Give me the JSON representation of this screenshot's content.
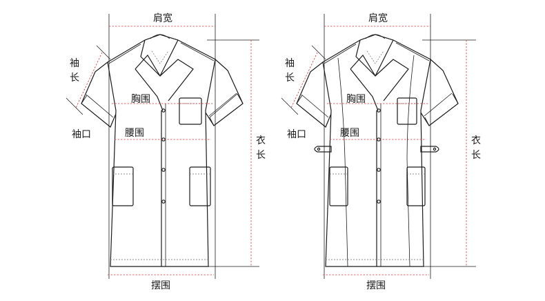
{
  "labels": {
    "shoulder_width": "肩宽",
    "sleeve_len_1": "袖",
    "sleeve_len_2": "长",
    "chest": "胸围",
    "waist": "腰围",
    "cuff": "袖口",
    "coat_len_1": "衣",
    "coat_len_2": "长",
    "hem": "摆围"
  },
  "colors": {
    "line": "#1a1a1a",
    "measure": "#d93a3a"
  }
}
